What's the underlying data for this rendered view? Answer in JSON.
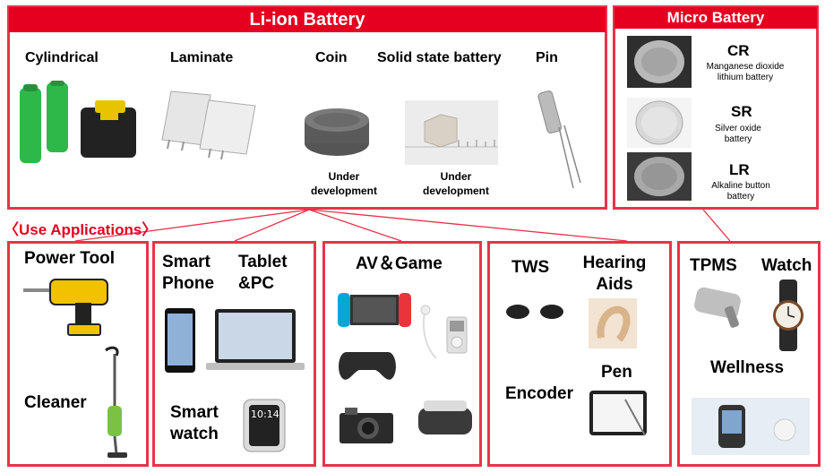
{
  "liion": {
    "title": "Li-ion Battery",
    "types": [
      "Cylindrical",
      "Laminate",
      "Coin",
      "Solid state battery",
      "Pin"
    ],
    "coin_note": "Under development",
    "solid_note": "Under development"
  },
  "micro": {
    "title": "Micro Battery",
    "items": [
      {
        "code": "CR",
        "desc": "Manganese dioxide lithium battery"
      },
      {
        "code": "SR",
        "desc": "Silver oxide battery"
      },
      {
        "code": "LR",
        "desc": "Alkaline button battery"
      }
    ]
  },
  "applications": {
    "title": "〈Use Applications〉",
    "power_tool": "Power Tool",
    "cleaner": "Cleaner",
    "smartphone": "Smart Phone",
    "tablet": "Tablet &PC",
    "smartwatch": "Smart watch",
    "av_game": "AV＆Game",
    "tws": "TWS",
    "hearing_aids": "Hearing Aids",
    "encoder": "Encoder",
    "pen": "Pen",
    "tpms": "TPMS",
    "watch": "Watch",
    "wellness": "Wellness",
    "watch_display": "10:14"
  },
  "colors": {
    "accent": "#e60020",
    "border": "#e8334a"
  }
}
